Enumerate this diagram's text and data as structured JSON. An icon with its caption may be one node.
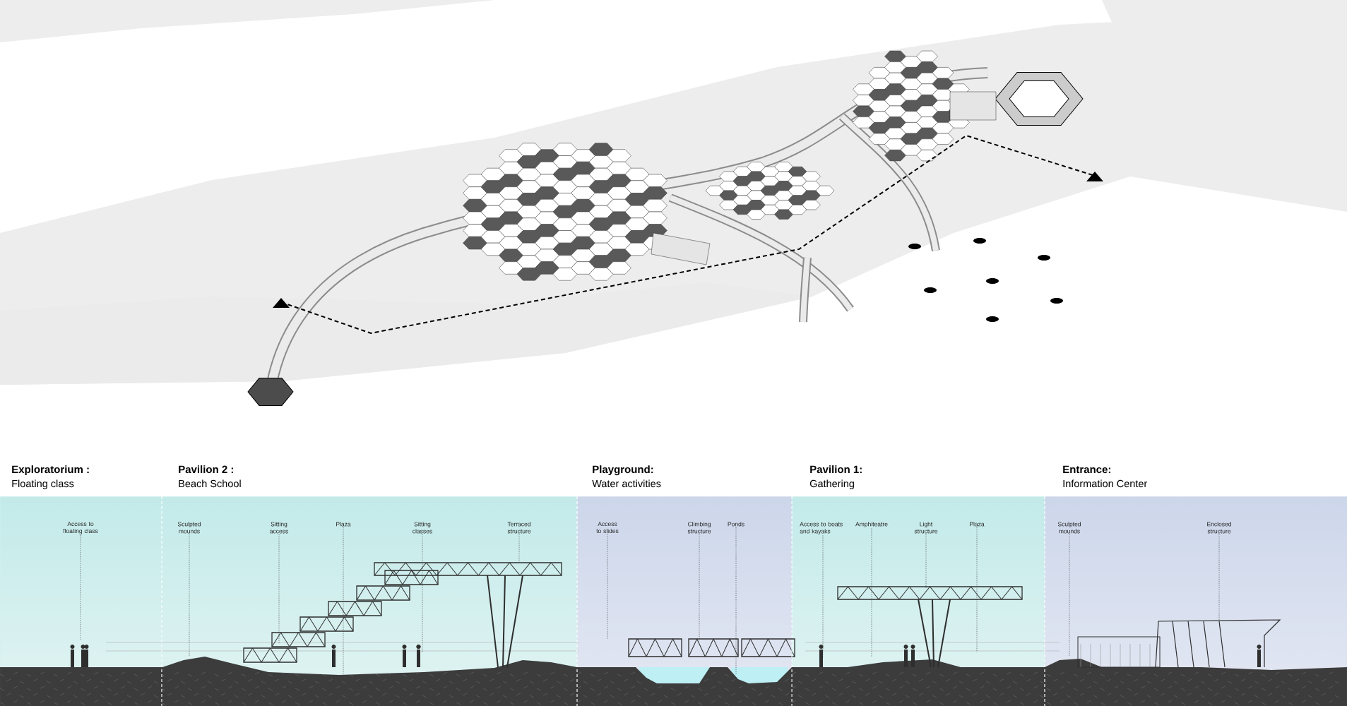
{
  "diagram": {
    "nodes": [
      {
        "text": [
          "Exploratorium :",
          "Floating class"
        ]
      },
      {
        "text": [
          "Pavilion 2 :",
          "Beach School"
        ]
      },
      {
        "text": [
          "Playground:",
          "Water activities"
        ]
      },
      {
        "text": [
          "Pavilion 1:",
          "Gathering"
        ]
      },
      {
        "text": [
          "Entrance:",
          "Information Center"
        ]
      },
      {
        "text": [
          "Access to floating class"
        ],
        "in": 0
      },
      {
        "text": [
          "Sculpted mounds"
        ],
        "in": 1
      },
      {
        "text": [
          "Sitting access"
        ],
        "in": 1
      },
      {
        "text": [
          "Plaza"
        ],
        "in": 1
      },
      {
        "text": [
          "Sitting classes"
        ],
        "in": 1
      },
      {
        "text": [
          "Terraced structure"
        ],
        "in": 1
      },
      {
        "text": [
          "Access to slides"
        ],
        "in": 2
      },
      {
        "text": [
          "Climbing structure"
        ],
        "in": 2
      },
      {
        "text": [
          "Ponds"
        ],
        "in": 2
      },
      {
        "text": [
          "Access to boats and kayaks"
        ],
        "in": 3
      },
      {
        "text": [
          "Amphiteatre"
        ],
        "in": 3
      },
      {
        "text": [
          "Light structure"
        ],
        "in": 3
      },
      {
        "text": [
          "Plaza"
        ],
        "in": 3
      },
      {
        "text": [
          "Sculpted mounds"
        ],
        "in": 4
      },
      {
        "text": [
          "Enclosed structure"
        ],
        "in": 4
      }
    ],
    "edges": [
      {
        "from": 5,
        "to": null,
        "arrow": "none",
        "style": "dashed"
      },
      {
        "from": 6,
        "to": null,
        "arrow": "none",
        "style": "dashed"
      },
      {
        "from": 7,
        "to": null,
        "arrow": "none",
        "style": "dashed"
      },
      {
        "from": 8,
        "to": null,
        "arrow": "none",
        "style": "dashed"
      },
      {
        "from": 9,
        "to": null,
        "arrow": "none",
        "style": "dashed"
      },
      {
        "from": 10,
        "to": null,
        "arrow": "none",
        "style": "dashed"
      },
      {
        "from": 11,
        "to": null,
        "arrow": "none",
        "style": "dashed"
      },
      {
        "from": 12,
        "to": null,
        "arrow": "none",
        "style": "dashed"
      },
      {
        "from": 13,
        "to": null,
        "arrow": "none",
        "style": "dashed"
      },
      {
        "from": 14,
        "to": null,
        "arrow": "none",
        "style": "dashed"
      },
      {
        "from": 15,
        "to": null,
        "arrow": "none",
        "style": "dashed"
      },
      {
        "from": 16,
        "to": null,
        "arrow": "none",
        "style": "dashed"
      },
      {
        "from": 17,
        "to": null,
        "arrow": "none",
        "style": "dashed"
      },
      {
        "from": 18,
        "to": null,
        "arrow": "none",
        "style": "dashed"
      },
      {
        "from": 19,
        "to": null,
        "arrow": "none",
        "style": "dashed"
      }
    ]
  }
}
